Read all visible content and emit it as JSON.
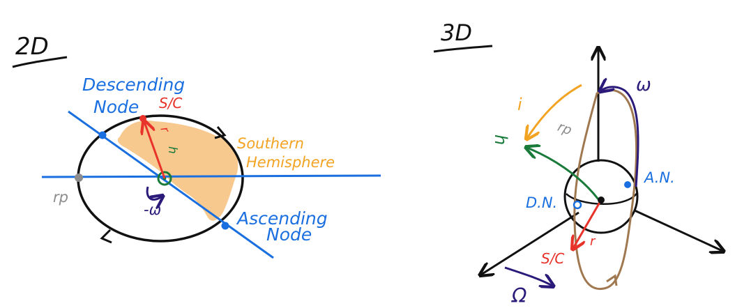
{
  "panel_2d": {
    "title": "2D",
    "descending_node_label": [
      "Descending",
      "Node"
    ],
    "spacecraft_label": "S/C",
    "southern_hemisphere_label": [
      "Southern",
      "Hemisphere"
    ],
    "periapsis_label": "rp",
    "omega_label": "-ω",
    "ascending_node_label": [
      "Ascending",
      "Node"
    ],
    "r_vector_label": "r",
    "h_vector_label": "h"
  },
  "panel_3d": {
    "title": "3D",
    "inclination_label": "i",
    "h_vector_label": "h",
    "periapsis_label": "rp",
    "omega_label": "ω",
    "ascending_node_label": "A.N.",
    "descending_node_label": "D.N.",
    "spacecraft_label": "S/C",
    "r_vector_label": "r",
    "raan_label": "Ω"
  },
  "colors": {
    "blue": "#1a6fe0",
    "red": "#e8322a",
    "green": "#1a7a3a",
    "orange": "#f3a322",
    "peach": "#f7c98f",
    "purple": "#2b1a7a",
    "gray": "#8c8c8c",
    "brown": "#a07850",
    "black": "#111111"
  }
}
